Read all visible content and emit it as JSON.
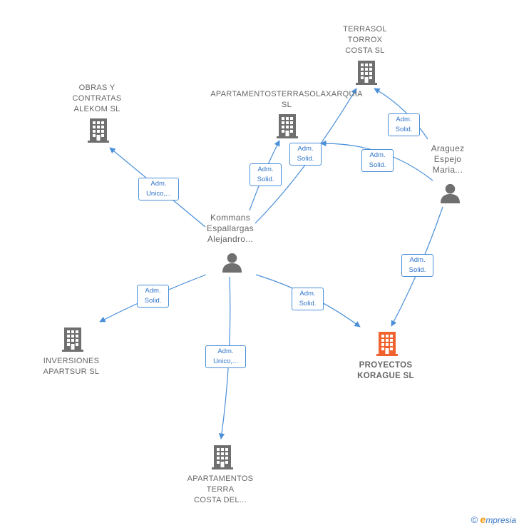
{
  "colors": {
    "edge": "#4a8fd8",
    "company": "#6f6f6f",
    "highlight": "#f0632f",
    "person": "#6f6f6f"
  },
  "nodes": {
    "terrasol": {
      "type": "company",
      "lines": [
        "TERRASOL",
        "TORROX",
        "COSTA  SL"
      ]
    },
    "apartamentosterrasol": {
      "type": "company",
      "lines": [
        "APARTAMENTOSTERRASOLAXARQUIA",
        "SL"
      ]
    },
    "obras": {
      "type": "company",
      "lines": [
        "OBRAS Y",
        "CONTRATAS",
        "ALEKOM  SL"
      ]
    },
    "kommans": {
      "type": "person",
      "lines": [
        "Kommans",
        "Espallargas",
        "Alejandro..."
      ]
    },
    "araguez": {
      "type": "person",
      "lines": [
        "Araguez",
        "Espejo",
        "Maria..."
      ]
    },
    "inversiones": {
      "type": "company",
      "lines": [
        "INVERSIONES",
        "APARTSUR  SL"
      ]
    },
    "proyectos": {
      "type": "company",
      "highlight": true,
      "lines": [
        "PROYECTOS",
        "KORAGUE  SL"
      ]
    },
    "apartamentos_terra": {
      "type": "company",
      "lines": [
        "APARTAMENTOS",
        "TERRA",
        "COSTA DEL..."
      ]
    }
  },
  "edges": [
    {
      "id": "kommans-obras",
      "lines": [
        "Adm.",
        "Unico,..."
      ]
    },
    {
      "id": "kommans-apartamentosterrasol",
      "lines": [
        "Adm.",
        "Solid."
      ]
    },
    {
      "id": "kommans-terrasol",
      "lines": [
        "Adm.",
        "Solid."
      ]
    },
    {
      "id": "araguez-terrasol",
      "lines": [
        "Adm.",
        "Solid."
      ]
    },
    {
      "id": "araguez-apartamentosterrasol",
      "lines": [
        "Adm.",
        "Solid."
      ]
    },
    {
      "id": "araguez-proyectos",
      "lines": [
        "Adm.",
        "Solid."
      ]
    },
    {
      "id": "kommans-inversiones",
      "lines": [
        "Adm.",
        "Solid."
      ]
    },
    {
      "id": "kommans-proyectos",
      "lines": [
        "Adm.",
        "Solid."
      ]
    },
    {
      "id": "kommans-apartamentos_terra",
      "lines": [
        "Adm.",
        "Unico,..."
      ]
    }
  ],
  "footer": {
    "copyright_symbol": "©",
    "brand_first": "e",
    "brand_rest": "mpresia"
  }
}
